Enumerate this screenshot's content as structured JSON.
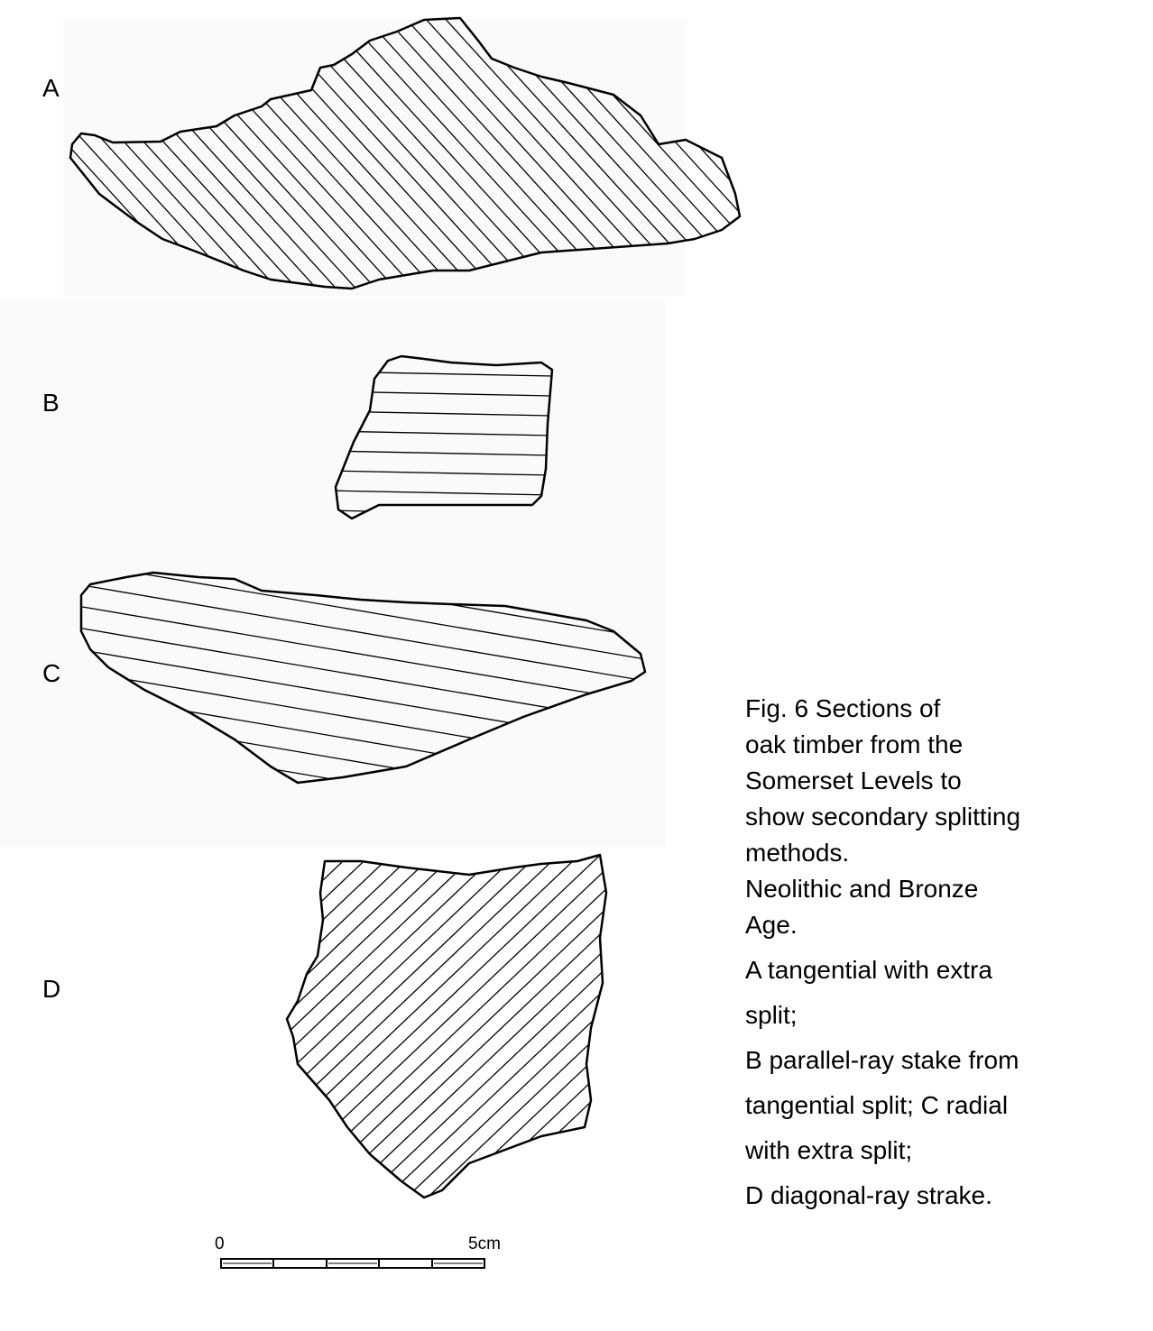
{
  "figure": {
    "section_labels": [
      "A",
      "B",
      "C",
      "D"
    ],
    "caption_lines": [
      "Fig. 6 Sections of",
      "oak timber from the",
      "Somerset Levels to",
      "show secondary splitting",
      "methods.",
      "Neolithic and Bronze",
      "Age."
    ],
    "legend_lines": [
      "A tangential with extra",
      "split;",
      "B parallel-ray stake from",
      "tangential split; C radial",
      "with extra split;",
      "D diagonal-ray strake."
    ],
    "scale": {
      "start_label": "0",
      "end_label": "5cm"
    }
  }
}
